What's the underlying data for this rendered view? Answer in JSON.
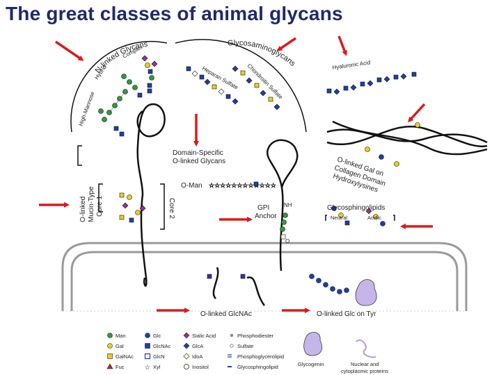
{
  "slide": {
    "title": "The great classes of animal glycans"
  },
  "labels": {
    "n_linked": "N-linked Glycans",
    "complex": "Complex",
    "hybrid": "Hybrid",
    "high_mannose": "High-Mannose",
    "gag": "Glycosaminoglycans",
    "heparan": "Heparan Sulfate",
    "chondroitin": "Chondroitin Sulfate",
    "hyaluronic": "Hyaluronic Acid",
    "domain_specific_1": "Domain-Specific",
    "domain_specific_2": "O-linked Glycans",
    "o_man": "O-Man",
    "mucin_1": "O-linked",
    "mucin_2": "Mucin-Type",
    "mucin_3": "Core 1",
    "core2": "Core 2",
    "gpi_1": "GPI",
    "gpi_2": "Anchor",
    "nh": "NH",
    "o_letter": "O",
    "glycosphingolipids": "Glycosphingolipids",
    "neutral": "Neutral",
    "acidic": "Acidic",
    "collagen_1": "O-linked Gal on",
    "collagen_2": "Collagen Domain",
    "collagen_3": "Hydroxylysines",
    "glcnac": "O-linked GlcNAc",
    "glc_tyr": "O-linked Glc on Tyr"
  },
  "legend": [
    {
      "label": "Man",
      "icon": "circle",
      "color": "#2e9a3a"
    },
    {
      "label": "Gal",
      "icon": "circle",
      "color": "#e8d020"
    },
    {
      "label": "GalNAc",
      "icon": "square",
      "color": "#e8d020"
    },
    {
      "label": "Fuc",
      "icon": "triangle",
      "color": "#c0282a"
    },
    {
      "label": "Glc",
      "icon": "circle",
      "color": "#1e3fa8"
    },
    {
      "label": "GlcNAc",
      "icon": "square",
      "color": "#1e3fa8"
    },
    {
      "label": "GlcN",
      "icon": "square-outline",
      "color": "#1e3fa8"
    },
    {
      "label": "Xyl",
      "icon": "star",
      "color": "#ffffff"
    },
    {
      "label": "Sialic Acid",
      "icon": "diamond",
      "color": "#a0308f"
    },
    {
      "label": "GlcA",
      "icon": "diamond-split",
      "color": "#1e3fa8"
    },
    {
      "label": "IdoA",
      "icon": "diamond-outline",
      "color": "#8a6d3b"
    },
    {
      "label": "Inositol",
      "icon": "circle-outline",
      "color": "#ffffff"
    },
    {
      "label": "Phosphodiester",
      "icon": "dot",
      "color": "#888888"
    },
    {
      "label": "Sulfate",
      "icon": "dot-s",
      "color": "#888888"
    },
    {
      "label": "Phosphoglycerolipid",
      "icon": "lipid",
      "color": "#1e3fa8"
    },
    {
      "label": "Glycosphingolipid",
      "icon": "lipid-sphingo",
      "color": "#1e3fa8"
    }
  ],
  "legend_extra": {
    "glycogenin": "Glycogenin",
    "nuclear_1": "Nuclear and",
    "nuclear_2": "cytoplasmic proteins"
  },
  "colors": {
    "title": "#1f2a6b",
    "arrow": "#e01818",
    "membrane": "#9a9a9a",
    "protein": "#111111",
    "glycogenin": "#c5b6ea",
    "nuclear": "#b59ad8"
  }
}
